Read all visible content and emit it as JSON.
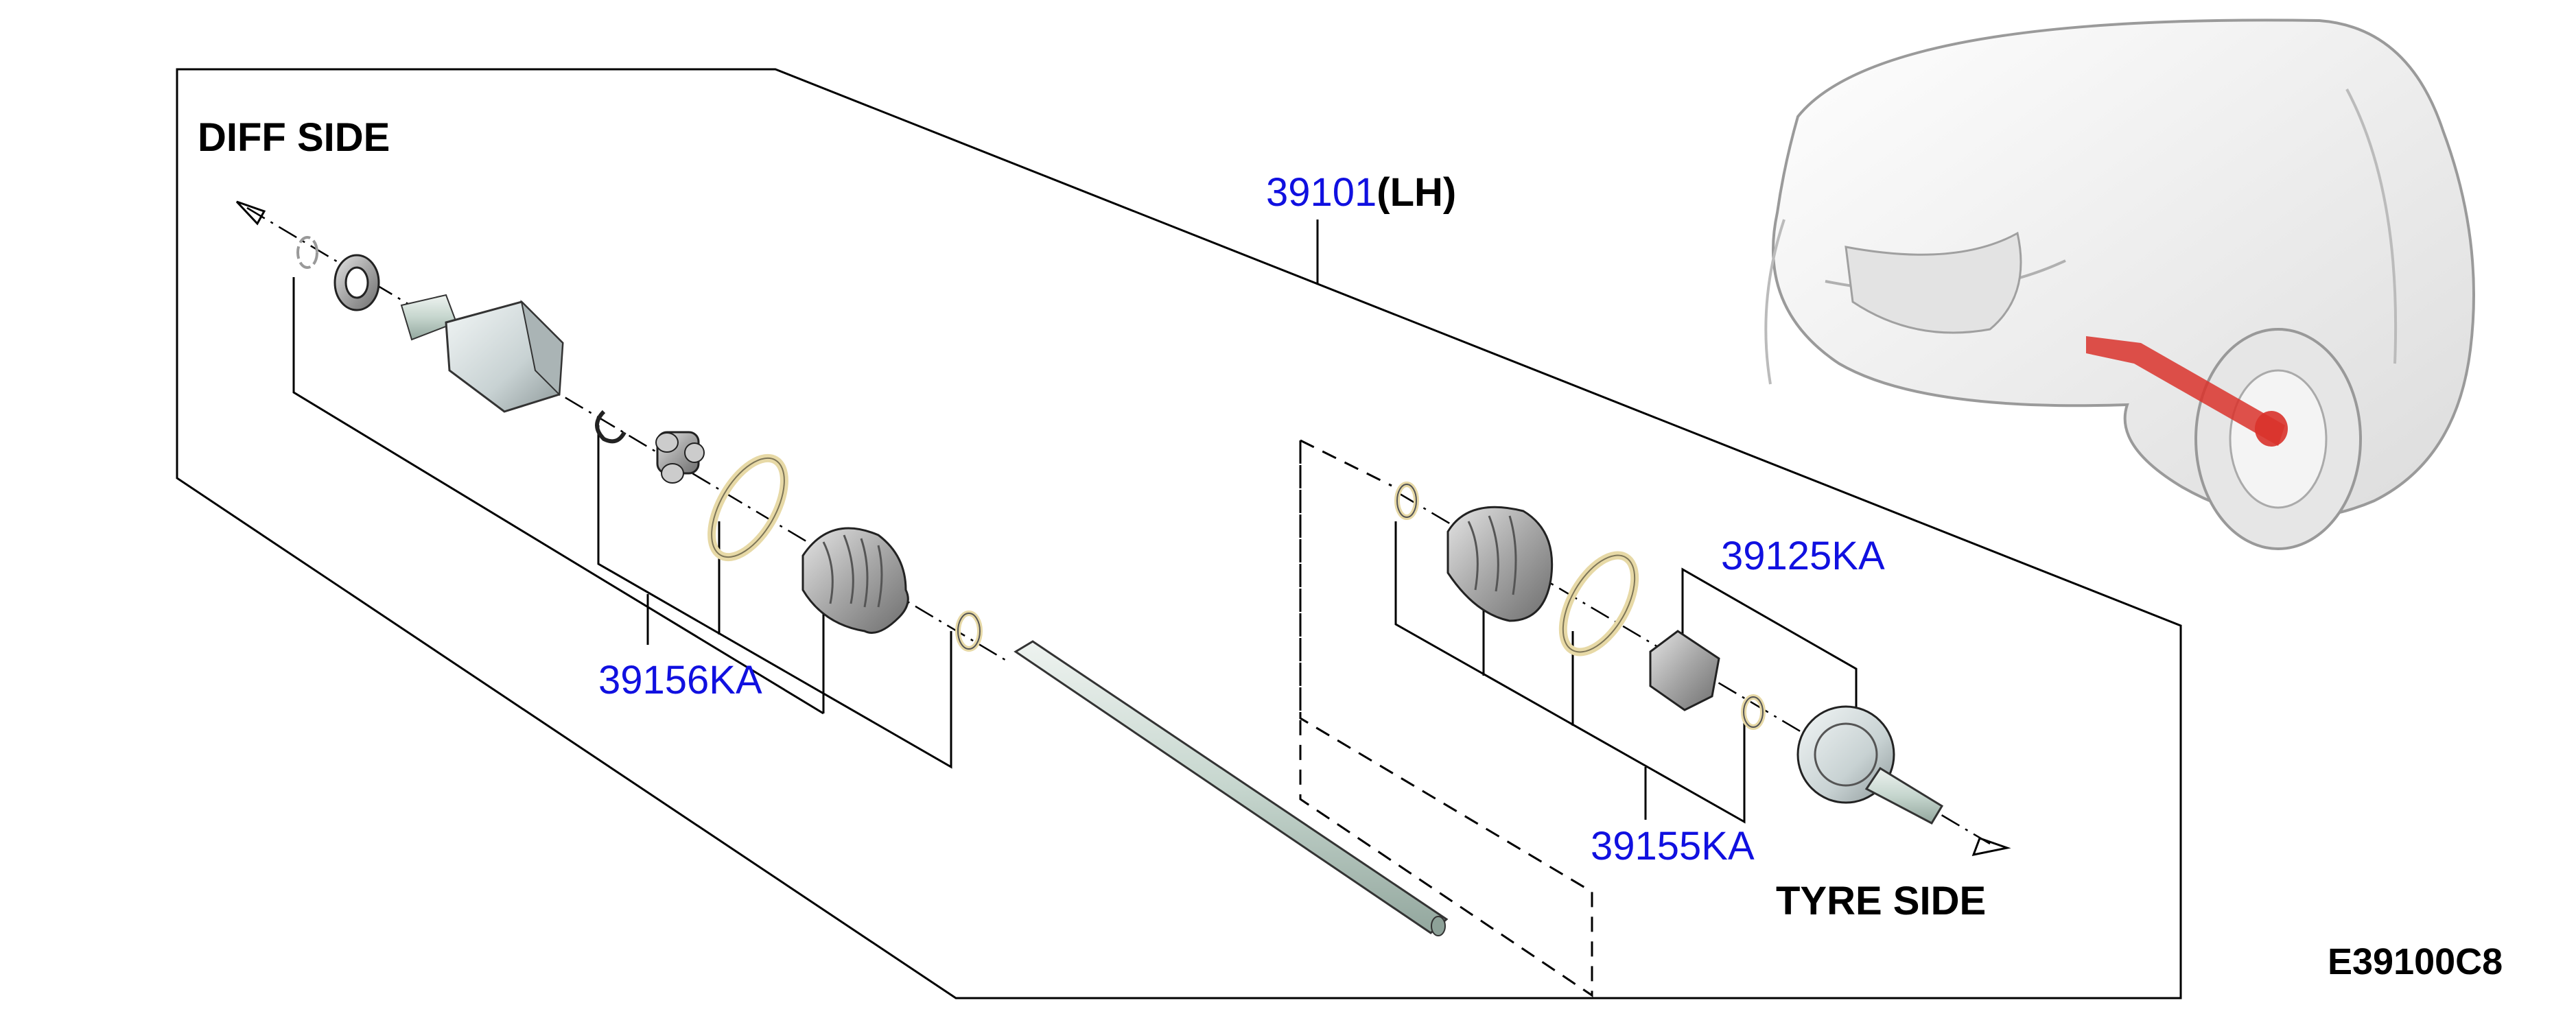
{
  "diagram": {
    "labels": {
      "diff_side": "DIFF SIDE",
      "tyre_side": "TYRE SIDE",
      "diagram_code": "E39100C8"
    },
    "parts": {
      "shaft_assembly": {
        "number": "39101",
        "suffix": "(LH)"
      },
      "inner_boot_kit": {
        "number": "39156KA"
      },
      "outer_boot_kit": {
        "number": "39155KA"
      },
      "outer_joint": {
        "number": "39125KA"
      }
    },
    "colors": {
      "part_number": "#1010e0",
      "text": "#000000",
      "component_grey": "#9a9a9a",
      "ring_yellow": "#e7d9a6",
      "shaft_green": "#c6d6ce",
      "highlight_red": "#d9322b"
    },
    "inset": {
      "icon": "car-front-icon"
    }
  }
}
